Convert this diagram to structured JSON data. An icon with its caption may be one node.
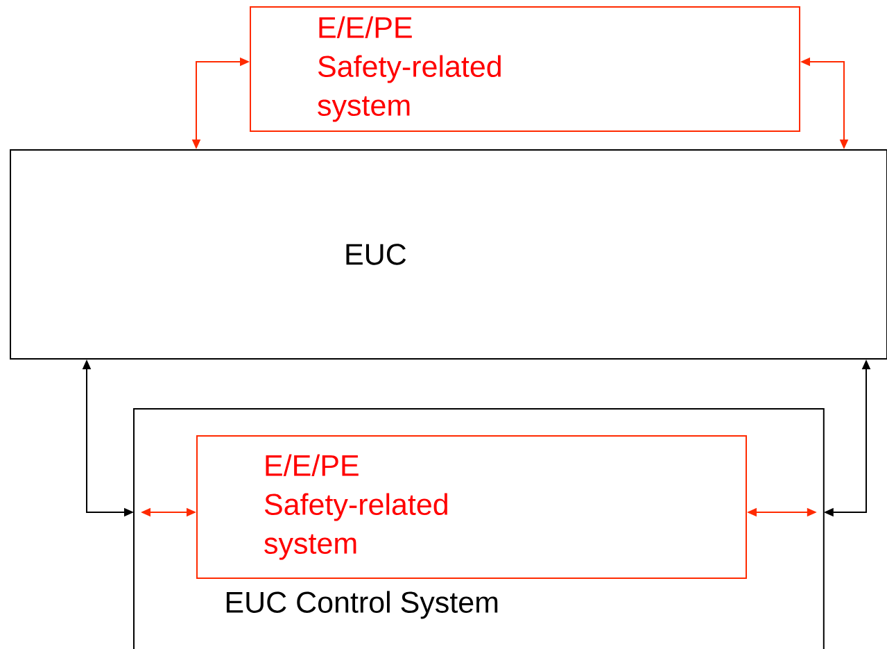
{
  "diagram": {
    "nodes": [
      {
        "text": [
          "E/E/PE Safety-related system"
        ]
      },
      {
        "text": [
          "EUC"
        ]
      },
      {
        "text": [
          "EUC Control System"
        ]
      },
      {
        "text": [
          "E/E/PE Safety-related system"
        ],
        "in": 2
      }
    ],
    "edges": [
      {
        "from": 0,
        "to": 1,
        "arrow": "both"
      },
      {
        "from": 0,
        "to": 1,
        "arrow": "both"
      },
      {
        "from": 1,
        "to": 2,
        "arrow": "both",
        "color": "#000000"
      },
      {
        "from": 1,
        "to": 2,
        "arrow": "both",
        "color": "#000000"
      },
      {
        "from": 3,
        "to": 2,
        "arrow": "both"
      },
      {
        "from": 3,
        "to": 2,
        "arrow": "both"
      }
    ]
  }
}
